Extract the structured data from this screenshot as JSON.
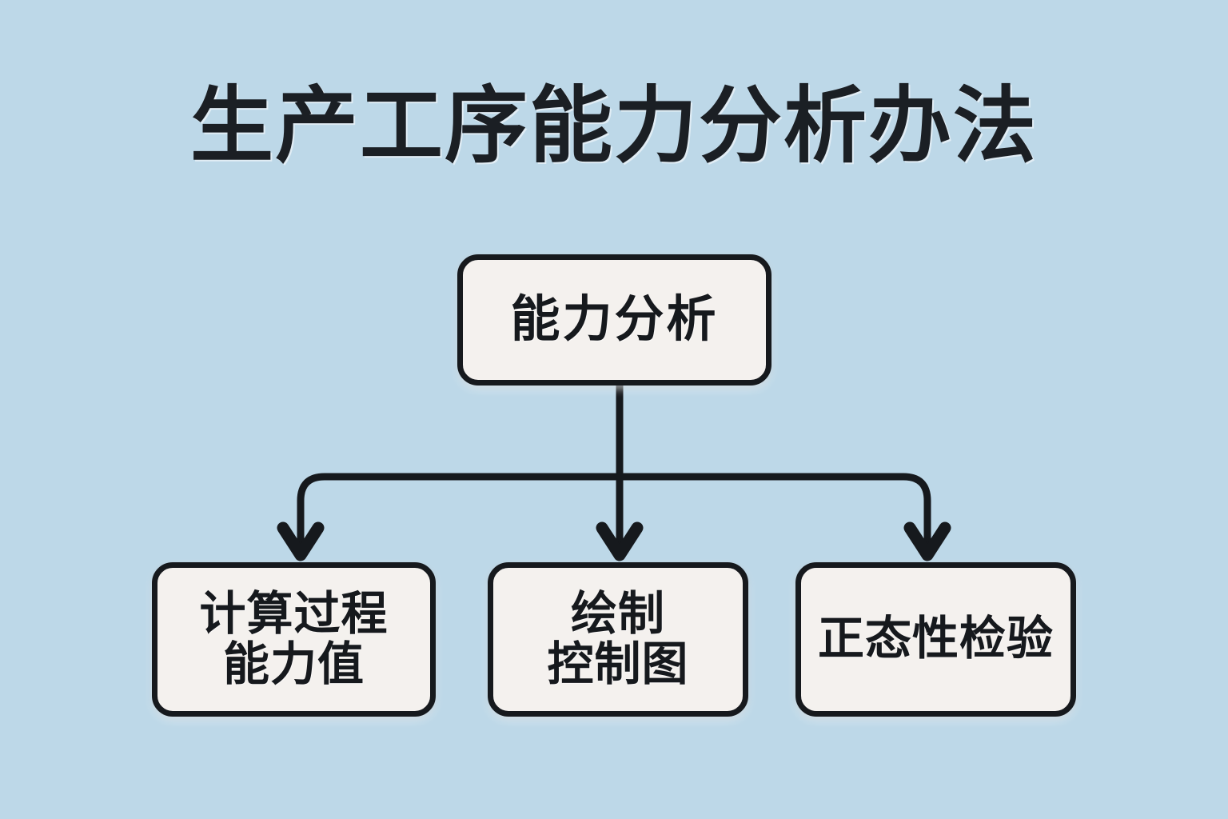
{
  "diagram": {
    "title": "生产工序能力分析办法",
    "background_color": "#bdd8e8",
    "node_fill_color": "#f4f1ee",
    "node_stroke_color": "#16191d",
    "root": {
      "label": "能力分析"
    },
    "children": [
      {
        "label": "计算过程\n能力值"
      },
      {
        "label": "绘制\n控制图"
      },
      {
        "label": "正态性检验"
      }
    ]
  }
}
